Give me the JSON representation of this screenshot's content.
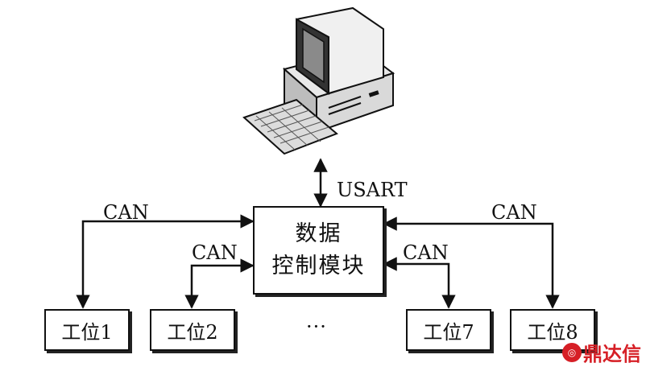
{
  "labels": {
    "usart": "USART",
    "can_left_outer": "CAN",
    "can_left_inner": "CAN",
    "can_right_inner": "CAN",
    "can_right_outer": "CAN",
    "ellipsis": "···"
  },
  "module": {
    "line1": "数据",
    "line2": "控制模块"
  },
  "stations": [
    {
      "label": "工位1"
    },
    {
      "label": "工位2"
    },
    {
      "label": "工位7"
    },
    {
      "label": "工位8"
    }
  ],
  "watermark": "鼎达信",
  "icons": {
    "computer": "desktop-computer-icon",
    "watermark_logo": "brand-logo-icon"
  }
}
